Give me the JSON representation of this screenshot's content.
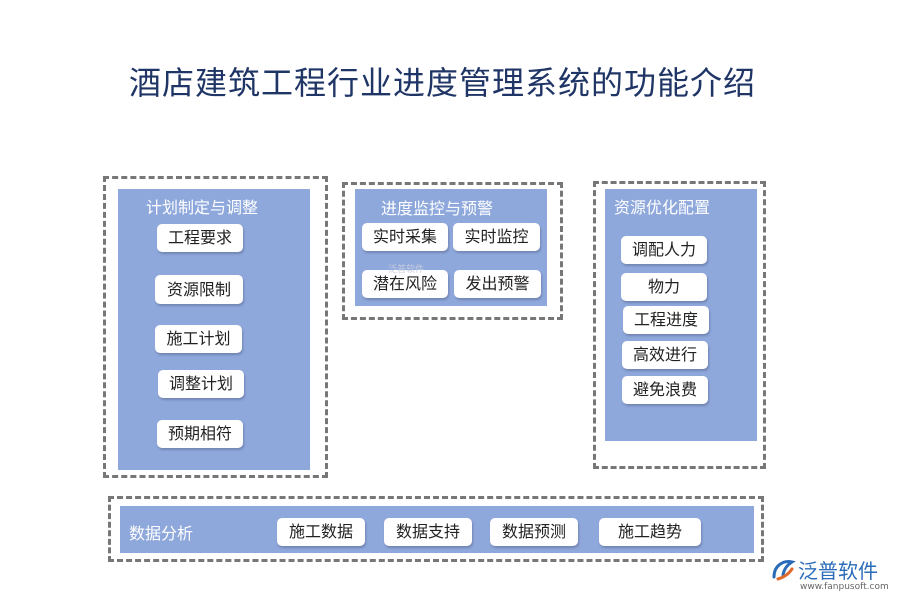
{
  "title": "酒店建筑工程行业进度管理系统的功能介绍",
  "sections": {
    "plan": {
      "title": "计划制定与调整",
      "items": [
        "工程要求",
        "资源限制",
        "施工计划",
        "调整计划",
        "预期相符"
      ]
    },
    "monitor": {
      "title": "进度监控与预警",
      "items": [
        "实时采集",
        "实时监控",
        "潜在风险",
        "发出预警"
      ]
    },
    "resource": {
      "title": "资源优化配置",
      "items": [
        "调配人力",
        "物力",
        "工程进度",
        "高效进行",
        "避免浪费"
      ]
    },
    "analysis": {
      "title": "数据分析",
      "items": [
        "施工数据",
        "数据支持",
        "数据预测",
        "施工趋势"
      ]
    }
  },
  "watermark": "泛普软件",
  "logo": {
    "name": "泛普软件",
    "url": "www.fanpusoft.com"
  },
  "colors": {
    "title": "#1f3566",
    "panel": "#8fa8dc",
    "dashed_border": "#777777",
    "logo": "#2b6cb8"
  }
}
